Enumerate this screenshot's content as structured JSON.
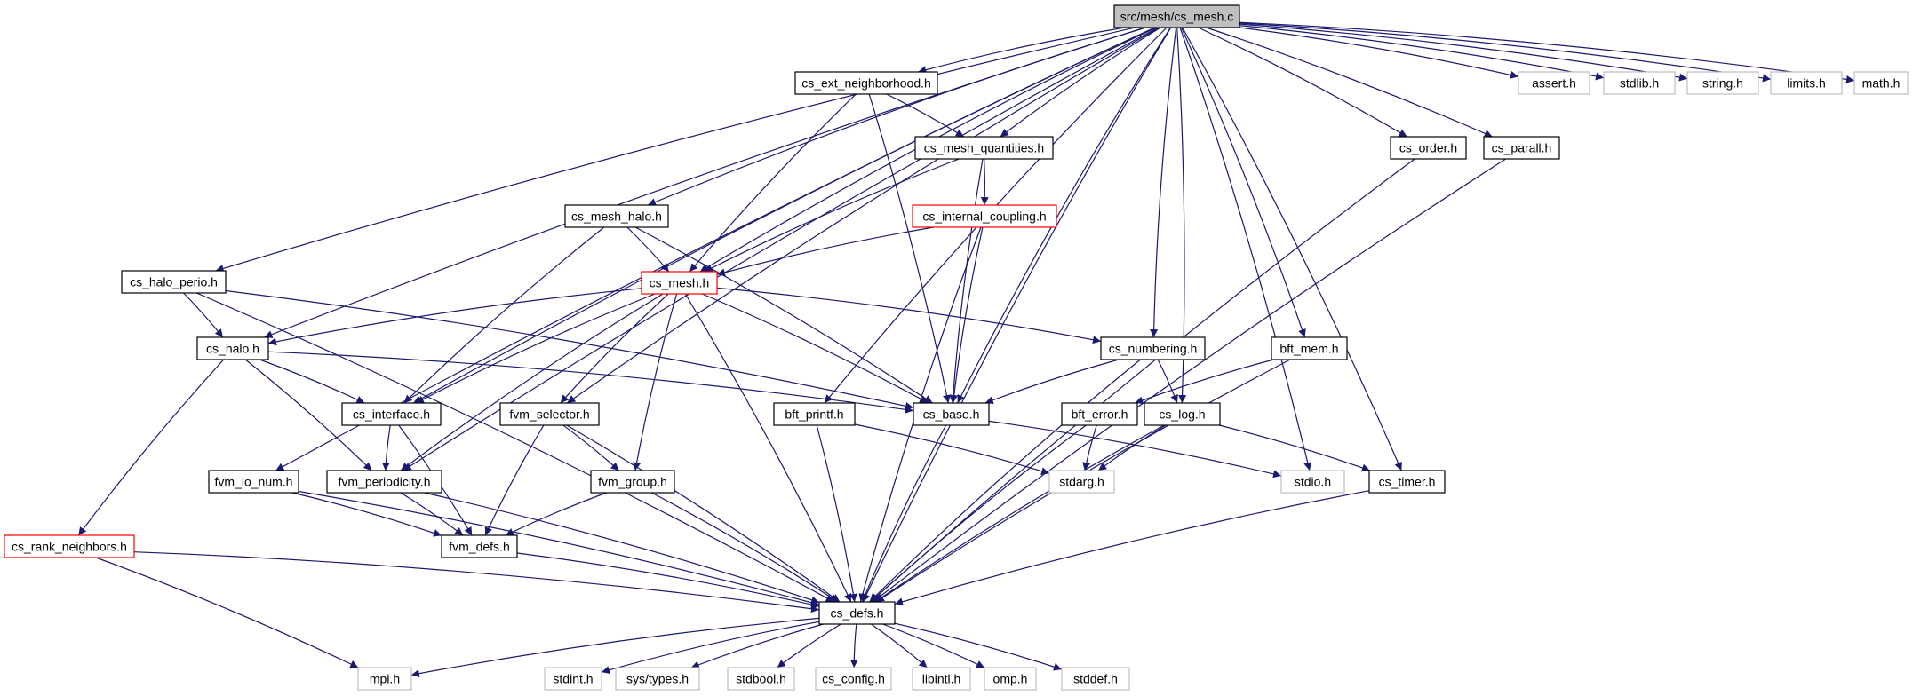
{
  "colors": {
    "edge": "#191970",
    "border_normal": "#000000",
    "border_system": "#bfbfbf",
    "border_truncated": "#ff0000",
    "root_fill": "#bfbfbf"
  },
  "nodes": [
    {
      "id": "root",
      "label": "src/mesh/cs_mesh.c",
      "kind": "root"
    },
    {
      "id": "ext_neigh",
      "label": "cs_ext_neighborhood.h",
      "kind": "normal"
    },
    {
      "id": "assert",
      "label": "assert.h",
      "kind": "system"
    },
    {
      "id": "stdlib",
      "label": "stdlib.h",
      "kind": "system"
    },
    {
      "id": "string",
      "label": "string.h",
      "kind": "system"
    },
    {
      "id": "limits",
      "label": "limits.h",
      "kind": "system"
    },
    {
      "id": "math",
      "label": "math.h",
      "kind": "system"
    },
    {
      "id": "mesh_quant",
      "label": "cs_mesh_quantities.h",
      "kind": "normal"
    },
    {
      "id": "order",
      "label": "cs_order.h",
      "kind": "normal"
    },
    {
      "id": "parall",
      "label": "cs_parall.h",
      "kind": "normal"
    },
    {
      "id": "mesh_halo",
      "label": "cs_mesh_halo.h",
      "kind": "normal"
    },
    {
      "id": "int_coupling",
      "label": "cs_internal_coupling.h",
      "kind": "truncated"
    },
    {
      "id": "halo_perio",
      "label": "cs_halo_perio.h",
      "kind": "normal"
    },
    {
      "id": "mesh",
      "label": "cs_mesh.h",
      "kind": "truncated"
    },
    {
      "id": "halo",
      "label": "cs_halo.h",
      "kind": "normal"
    },
    {
      "id": "numbering",
      "label": "cs_numbering.h",
      "kind": "normal"
    },
    {
      "id": "bft_mem",
      "label": "bft_mem.h",
      "kind": "normal"
    },
    {
      "id": "interface",
      "label": "cs_interface.h",
      "kind": "normal"
    },
    {
      "id": "fvm_selector",
      "label": "fvm_selector.h",
      "kind": "normal"
    },
    {
      "id": "bft_printf",
      "label": "bft_printf.h",
      "kind": "normal"
    },
    {
      "id": "base",
      "label": "cs_base.h",
      "kind": "normal"
    },
    {
      "id": "bft_error",
      "label": "bft_error.h",
      "kind": "normal"
    },
    {
      "id": "log",
      "label": "cs_log.h",
      "kind": "normal"
    },
    {
      "id": "fvm_io_num",
      "label": "fvm_io_num.h",
      "kind": "normal"
    },
    {
      "id": "fvm_perio",
      "label": "fvm_periodicity.h",
      "kind": "normal"
    },
    {
      "id": "fvm_group",
      "label": "fvm_group.h",
      "kind": "normal"
    },
    {
      "id": "stdarg",
      "label": "stdarg.h",
      "kind": "system"
    },
    {
      "id": "stdio",
      "label": "stdio.h",
      "kind": "system"
    },
    {
      "id": "timer",
      "label": "cs_timer.h",
      "kind": "normal"
    },
    {
      "id": "rank_neigh",
      "label": "cs_rank_neighbors.h",
      "kind": "truncated"
    },
    {
      "id": "fvm_defs",
      "label": "fvm_defs.h",
      "kind": "normal"
    },
    {
      "id": "defs",
      "label": "cs_defs.h",
      "kind": "normal"
    },
    {
      "id": "mpi",
      "label": "mpi.h",
      "kind": "system"
    },
    {
      "id": "stdint",
      "label": "stdint.h",
      "kind": "system"
    },
    {
      "id": "systypes",
      "label": "sys/types.h",
      "kind": "system"
    },
    {
      "id": "stdbool",
      "label": "stdbool.h",
      "kind": "system"
    },
    {
      "id": "config",
      "label": "cs_config.h",
      "kind": "system"
    },
    {
      "id": "libintl",
      "label": "libintl.h",
      "kind": "system"
    },
    {
      "id": "omp",
      "label": "omp.h",
      "kind": "system"
    },
    {
      "id": "stddef",
      "label": "stddef.h",
      "kind": "system"
    }
  ],
  "edges": [
    [
      "root",
      "ext_neigh"
    ],
    [
      "root",
      "assert"
    ],
    [
      "root",
      "stdlib"
    ],
    [
      "root",
      "string"
    ],
    [
      "root",
      "limits"
    ],
    [
      "root",
      "math"
    ],
    [
      "root",
      "mesh_quant"
    ],
    [
      "root",
      "order"
    ],
    [
      "root",
      "parall"
    ],
    [
      "root",
      "mesh_halo"
    ],
    [
      "root",
      "halo_perio"
    ],
    [
      "root",
      "mesh"
    ],
    [
      "root",
      "halo"
    ],
    [
      "root",
      "numbering"
    ],
    [
      "root",
      "bft_mem"
    ],
    [
      "root",
      "interface"
    ],
    [
      "root",
      "fvm_selector"
    ],
    [
      "root",
      "bft_printf"
    ],
    [
      "root",
      "base"
    ],
    [
      "root",
      "log"
    ],
    [
      "root",
      "fvm_io_num"
    ],
    [
      "root",
      "fvm_perio"
    ],
    [
      "root",
      "stdio"
    ],
    [
      "root",
      "timer"
    ],
    [
      "root",
      "defs"
    ],
    [
      "ext_neigh",
      "mesh_quant"
    ],
    [
      "ext_neigh",
      "mesh"
    ],
    [
      "ext_neigh",
      "base"
    ],
    [
      "mesh_quant",
      "int_coupling"
    ],
    [
      "mesh_quant",
      "mesh"
    ],
    [
      "mesh_quant",
      "base"
    ],
    [
      "int_coupling",
      "mesh"
    ],
    [
      "int_coupling",
      "base"
    ],
    [
      "int_coupling",
      "defs"
    ],
    [
      "mesh_halo",
      "mesh"
    ],
    [
      "mesh_halo",
      "interface"
    ],
    [
      "mesh_halo",
      "base"
    ],
    [
      "halo_perio",
      "halo"
    ],
    [
      "halo_perio",
      "base"
    ],
    [
      "halo_perio",
      "defs"
    ],
    [
      "mesh",
      "halo"
    ],
    [
      "mesh",
      "numbering"
    ],
    [
      "mesh",
      "interface"
    ],
    [
      "mesh",
      "fvm_selector"
    ],
    [
      "mesh",
      "base"
    ],
    [
      "mesh",
      "fvm_perio"
    ],
    [
      "mesh",
      "fvm_group"
    ],
    [
      "mesh",
      "defs"
    ],
    [
      "halo",
      "interface"
    ],
    [
      "halo",
      "base"
    ],
    [
      "halo",
      "fvm_perio"
    ],
    [
      "halo",
      "rank_neigh"
    ],
    [
      "numbering",
      "base"
    ],
    [
      "numbering",
      "log"
    ],
    [
      "numbering",
      "defs"
    ],
    [
      "bft_mem",
      "bft_error"
    ],
    [
      "bft_mem",
      "defs"
    ],
    [
      "interface",
      "fvm_perio"
    ],
    [
      "interface",
      "fvm_defs"
    ],
    [
      "fvm_selector",
      "fvm_group"
    ],
    [
      "fvm_selector",
      "fvm_defs"
    ],
    [
      "fvm_selector",
      "defs"
    ],
    [
      "bft_printf",
      "stdarg"
    ],
    [
      "bft_printf",
      "defs"
    ],
    [
      "base",
      "stdio"
    ],
    [
      "base",
      "defs"
    ],
    [
      "bft_error",
      "stdarg"
    ],
    [
      "bft_error",
      "defs"
    ],
    [
      "log",
      "stdarg"
    ],
    [
      "log",
      "timer"
    ],
    [
      "log",
      "defs"
    ],
    [
      "fvm_io_num",
      "fvm_defs"
    ],
    [
      "fvm_io_num",
      "defs"
    ],
    [
      "fvm_perio",
      "fvm_defs"
    ],
    [
      "fvm_perio",
      "defs"
    ],
    [
      "fvm_group",
      "fvm_defs"
    ],
    [
      "fvm_group",
      "defs"
    ],
    [
      "timer",
      "defs"
    ],
    [
      "order",
      "defs"
    ],
    [
      "parall",
      "defs"
    ],
    [
      "rank_neigh",
      "mpi"
    ],
    [
      "rank_neigh",
      "defs"
    ],
    [
      "fvm_defs",
      "defs"
    ],
    [
      "defs",
      "mpi"
    ],
    [
      "defs",
      "stdint"
    ],
    [
      "defs",
      "systypes"
    ],
    [
      "defs",
      "stdbool"
    ],
    [
      "defs",
      "config"
    ],
    [
      "defs",
      "libintl"
    ],
    [
      "defs",
      "omp"
    ],
    [
      "defs",
      "stddef"
    ]
  ]
}
